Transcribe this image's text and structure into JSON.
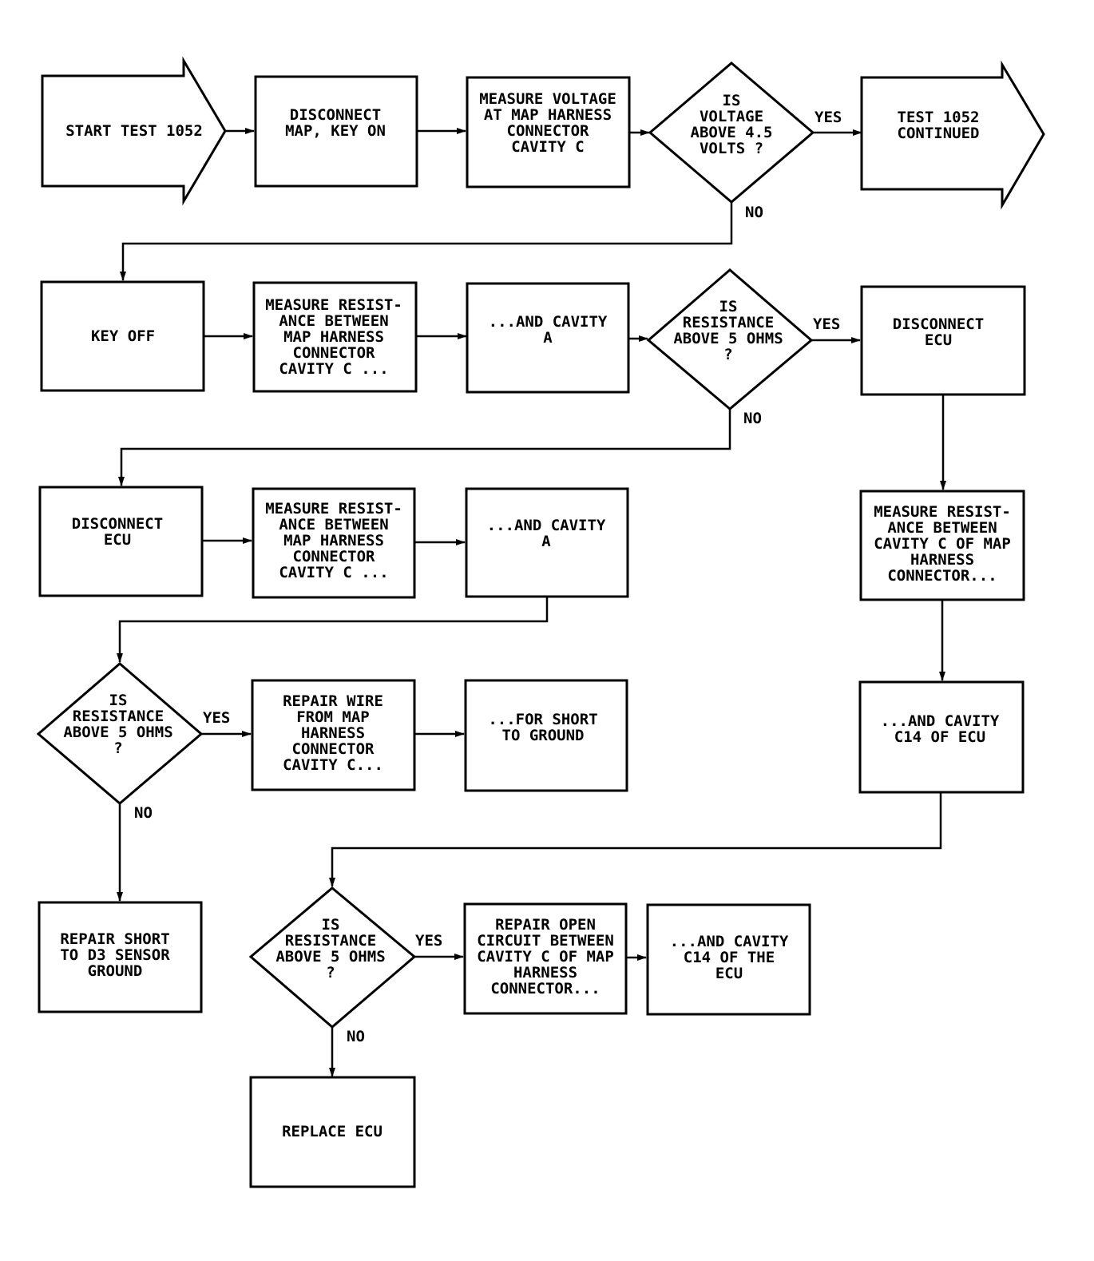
{
  "steps": {
    "start": [
      "START TEST 1052"
    ],
    "disconnect_map": [
      "DISCONNECT",
      "MAP, KEY ON"
    ],
    "measure_voltage": [
      "MEASURE VOLTAGE",
      "AT MAP HARNESS",
      "CONNECTOR",
      "CAVITY C"
    ],
    "q_voltage": [
      "IS",
      "VOLTAGE",
      "ABOVE 4.5",
      "VOLTS ?"
    ],
    "continued": [
      "TEST 1052",
      "CONTINUED"
    ],
    "key_off": [
      "KEY OFF"
    ],
    "measure_res_1": [
      "MEASURE RESIST-",
      "ANCE BETWEEN",
      "MAP HARNESS",
      "CONNECTOR",
      "CAVITY C ..."
    ],
    "and_cavity_a_1": [
      "...AND CAVITY",
      "A"
    ],
    "q_res_1": [
      "IS",
      "RESISTANCE",
      "ABOVE 5 OHMS",
      "?"
    ],
    "disconnect_ecu_right": [
      "DISCONNECT",
      "ECU"
    ],
    "disconnect_ecu_left": [
      "DISCONNECT",
      "ECU"
    ],
    "measure_res_2": [
      "MEASURE RESIST-",
      "ANCE BETWEEN",
      "MAP HARNESS",
      "CONNECTOR",
      "CAVITY C ..."
    ],
    "and_cavity_a_2": [
      "...AND CAVITY",
      "A"
    ],
    "measure_res_right": [
      "MEASURE RESIST-",
      "ANCE BETWEEN",
      "CAVITY C OF MAP",
      "HARNESS",
      "CONNECTOR..."
    ],
    "q_res_2": [
      "IS",
      "RESISTANCE",
      "ABOVE 5 OHMS",
      "?"
    ],
    "repair_wire": [
      "REPAIR WIRE",
      "FROM MAP",
      "HARNESS",
      "CONNECTOR",
      "CAVITY C..."
    ],
    "short_ground": [
      "...FOR SHORT",
      "TO GROUND"
    ],
    "and_cavity_c14": [
      "...AND CAVITY",
      "C14 OF ECU"
    ],
    "repair_short": [
      "REPAIR SHORT",
      "TO D3 SENSOR",
      "GROUND"
    ],
    "q_res_3": [
      "IS",
      "RESISTANCE",
      "ABOVE 5 OHMS",
      "?"
    ],
    "repair_open": [
      "REPAIR OPEN",
      "CIRCUIT BETWEEN",
      "CAVITY C OF MAP",
      "HARNESS",
      "CONNECTOR..."
    ],
    "and_cavity_c14_ecu": [
      "...AND CAVITY",
      "C14 OF THE",
      "ECU"
    ],
    "replace_ecu": [
      "REPLACE ECU"
    ]
  },
  "labels": {
    "yes": "YES",
    "no": "NO"
  }
}
